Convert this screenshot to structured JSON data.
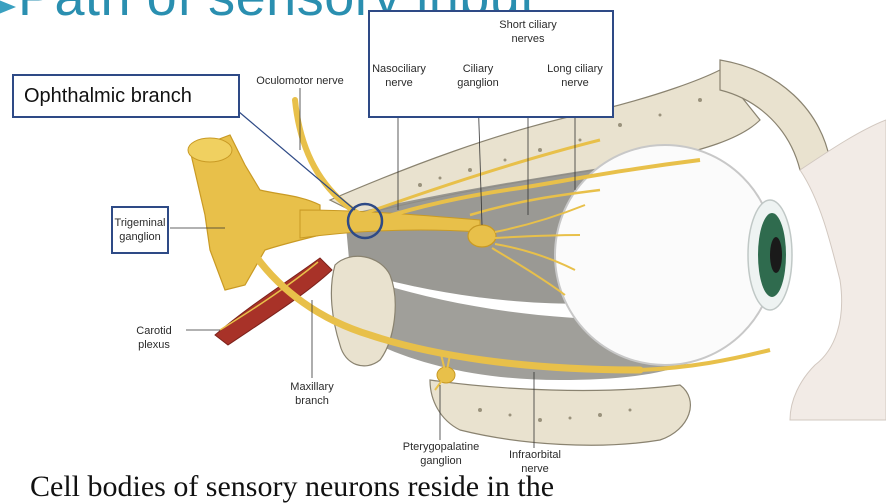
{
  "slide": {
    "title": "Path of sensory input",
    "caption": "Cell bodies of sensory neurons reside in the"
  },
  "callouts": {
    "ophthalmic": "Ophthalmic branch"
  },
  "labels": {
    "short_ciliary_1": "Short ciliary",
    "short_ciliary_2": "nerves",
    "nasociliary_1": "Nasociliary",
    "nasociliary_2": "nerve",
    "ciliary_1": "Ciliary",
    "ciliary_2": "ganglion",
    "long_ciliary_1": "Long ciliary",
    "long_ciliary_2": "nerve",
    "oculomotor": "Oculomotor nerve",
    "trigeminal_1": "Trigeminal",
    "trigeminal_2": "ganglion",
    "carotid_1": "Carotid",
    "carotid_2": "plexus",
    "maxillary_1": "Maxillary",
    "maxillary_2": "branch",
    "pterygo_1": "Pterygopalatine",
    "pterygo_2": "ganglion",
    "infraorbital_1": "Infraorbital",
    "infraorbital_2": "nerve"
  },
  "colors": {
    "title": "#2a8fb0",
    "callout_border": "#2e4a86",
    "nerve": "#e8c04a",
    "bone": "#e9e2cf",
    "orbit_cavity": "#8f8e88",
    "artery": "#a83228",
    "iris": "#2f6b4e"
  }
}
